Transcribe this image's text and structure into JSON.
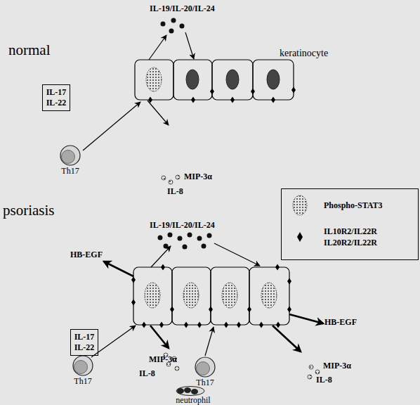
{
  "diagram": {
    "nodes": [
      {
        "text": [
          "IL-17 IL-22"
        ]
      },
      {
        "text": [
          "Th17"
        ]
      },
      {
        "text": [
          "IL-17 IL-22"
        ]
      },
      {
        "text": [
          "Th17"
        ]
      },
      {
        "text": [
          "Th17"
        ]
      },
      {
        "text": [
          "neutrophil"
        ]
      }
    ],
    "labels": [
      "IL-19/IL-20/IL-24",
      "normal",
      "keratinocyte",
      "MIP-3α",
      "IL-8",
      "psoriasis",
      "IL-19/IL-20/IL-24",
      "HB-EGF",
      "HB-EGF",
      "MIP-3α",
      "IL-8",
      "MIP-3α",
      "IL-8"
    ],
    "legend": [
      {
        "text": "Phospho-STAT3"
      },
      {
        "text": "IL10R2/IL22R IL20R2/IL22R"
      }
    ]
  }
}
